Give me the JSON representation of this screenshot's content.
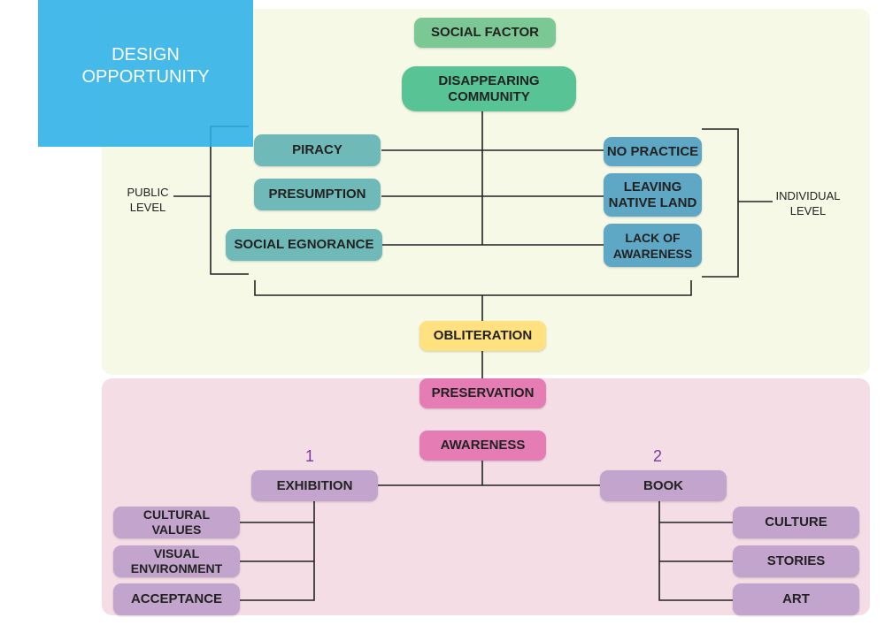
{
  "header": {
    "title": "DESIGN\nOPPORTUNITY"
  },
  "levels": {
    "public": "PUBLIC\nLEVEL",
    "individual": "INDIVIDUAL\nLEVEL"
  },
  "numbers": {
    "one": "1",
    "two": "2"
  },
  "nodes": {
    "social_factor": "SOCIAL FACTOR",
    "disappearing_community": "DISAPPEARING\nCOMMUNITY",
    "piracy": "PIRACY",
    "presumption": "PRESUMPTION",
    "social_egnorance": "SOCIAL EGNORANCE",
    "no_practice": "NO PRACTICE",
    "leaving_native_land": "LEAVING\nNATIVE LAND",
    "lack_of_awareness": "LACK OF\nAWARENESS",
    "obliteration": "OBLITERATION",
    "preservation": "PRESERVATION",
    "awareness": "AWARENESS",
    "exhibition": "EXHIBITION",
    "book": "BOOK",
    "cultural_values": "CULTURAL\nVALUES",
    "visual_environment": "VISUAL\nENVIRONMENT",
    "acceptance": "ACCEPTANCE",
    "culture": "CULTURE",
    "stories": "STORIES",
    "art": "ART"
  },
  "colors": {
    "top_panel": "#f6f9e6",
    "bottom_panel": "#f5dde6",
    "header": "#2cafe8",
    "green": "#7cc895",
    "teal": "#6fbab8",
    "blue": "#5ea8c5",
    "yellow": "#ffe17f",
    "pink": "#e57db4",
    "purple": "#c3a4cc"
  }
}
